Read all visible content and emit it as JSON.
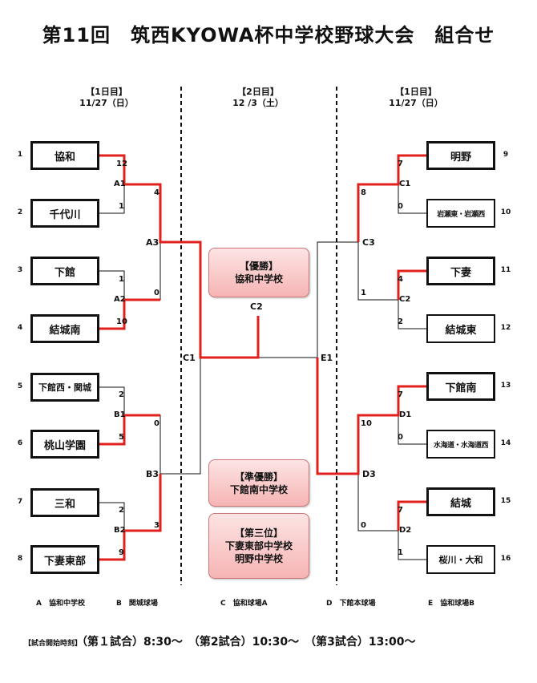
{
  "title": "第11回　筑西KYOWA杯中学校野球大会　組合せ",
  "day_headers": {
    "left": {
      "label": "【1日目】",
      "date": "11/27（日）"
    },
    "center": {
      "label": "【2日目】",
      "date": "12 /3（土）"
    },
    "right": {
      "label": "【1日目】",
      "date": "11/27（日）"
    }
  },
  "teams": [
    {
      "seed": "1",
      "name": "協和"
    },
    {
      "seed": "2",
      "name": "千代川"
    },
    {
      "seed": "3",
      "name": "下館"
    },
    {
      "seed": "4",
      "name": "結城南"
    },
    {
      "seed": "5",
      "name": "下館西・関城"
    },
    {
      "seed": "6",
      "name": "桃山学園"
    },
    {
      "seed": "7",
      "name": "三和"
    },
    {
      "seed": "8",
      "name": "下妻東部"
    },
    {
      "seed": "9",
      "name": "明野"
    },
    {
      "seed": "10",
      "name": "岩瀬東・岩瀬西"
    },
    {
      "seed": "11",
      "name": "下妻"
    },
    {
      "seed": "12",
      "name": "結城東"
    },
    {
      "seed": "13",
      "name": "下館南"
    },
    {
      "seed": "14",
      "name": "水海道・水海道西"
    },
    {
      "seed": "15",
      "name": "結城"
    },
    {
      "seed": "16",
      "name": "桜川・大和"
    }
  ],
  "scores": {
    "A1": [
      "12",
      "1"
    ],
    "A2": [
      "1",
      "10"
    ],
    "B1": [
      "2",
      "5"
    ],
    "B2": [
      "2",
      "9"
    ],
    "A3": [
      "4",
      "0"
    ],
    "B3": [
      "0",
      "3"
    ],
    "C1": [
      "7",
      "0"
    ],
    "C2": [
      "4",
      "2"
    ],
    "D1": [
      "7",
      "0"
    ],
    "D2": [
      "7",
      "1"
    ],
    "C3": [
      "8",
      "1"
    ],
    "D3": [
      "10",
      "0"
    ]
  },
  "match_labels": {
    "A1": "A1",
    "A2": "A2",
    "B1": "B1",
    "B2": "B2",
    "A3": "A3",
    "B3": "B3",
    "C1_left": "C1",
    "C1_right": "C1",
    "C2_right": "C2",
    "D1": "D1",
    "D2": "D2",
    "C3": "C3",
    "D3": "D3",
    "E1": "E1",
    "C2_final": "C2"
  },
  "results": {
    "champion": {
      "label": "【優勝】",
      "team": "協和中学校"
    },
    "runner_up": {
      "label": "【準優勝】",
      "team": "下館南中学校"
    },
    "third": {
      "label": "【第三位】",
      "teams": [
        "下妻東部中学校",
        "明野中学校"
      ]
    }
  },
  "venues": [
    "A　協和中学校",
    "B　関城球場",
    "C　協和球場A",
    "D　下館本球場",
    "E　協和球場B"
  ],
  "start_times": {
    "label": "【試合開始時刻】",
    "text": "（第１試合）8:30～　（第2試合）10:30～　（第3試合）13:00～"
  },
  "colors": {
    "winner_line": "#e0201c",
    "line": "#111111"
  }
}
